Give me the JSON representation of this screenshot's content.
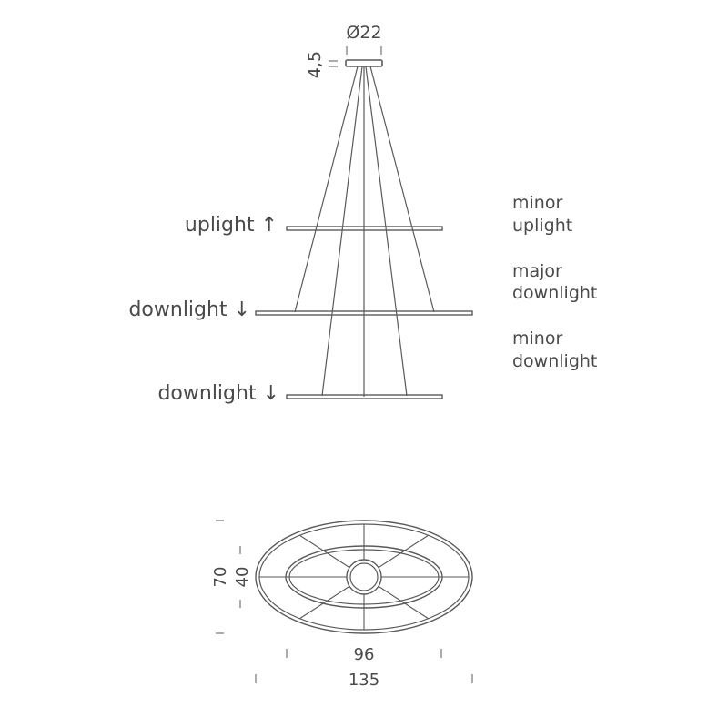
{
  "elevation": {
    "canopy_diameter_label": "Ø22",
    "canopy_height_label": "4,5",
    "left_labels": {
      "top": "uplight ↑",
      "middle": "downlight ↓",
      "bottom": "downlight ↓"
    },
    "right_labels": {
      "top_line1": "minor",
      "top_line2": "uplight",
      "middle_line1": "major",
      "middle_line2": "downlight",
      "bottom_line1": "minor",
      "bottom_line2": "downlight"
    }
  },
  "plan": {
    "outer_height_label": "70",
    "inner_height_label": "40",
    "inner_width_label": "96",
    "outer_width_label": "135"
  },
  "colors": {
    "line": "#5a5a5a",
    "text": "#4a4a4a"
  }
}
